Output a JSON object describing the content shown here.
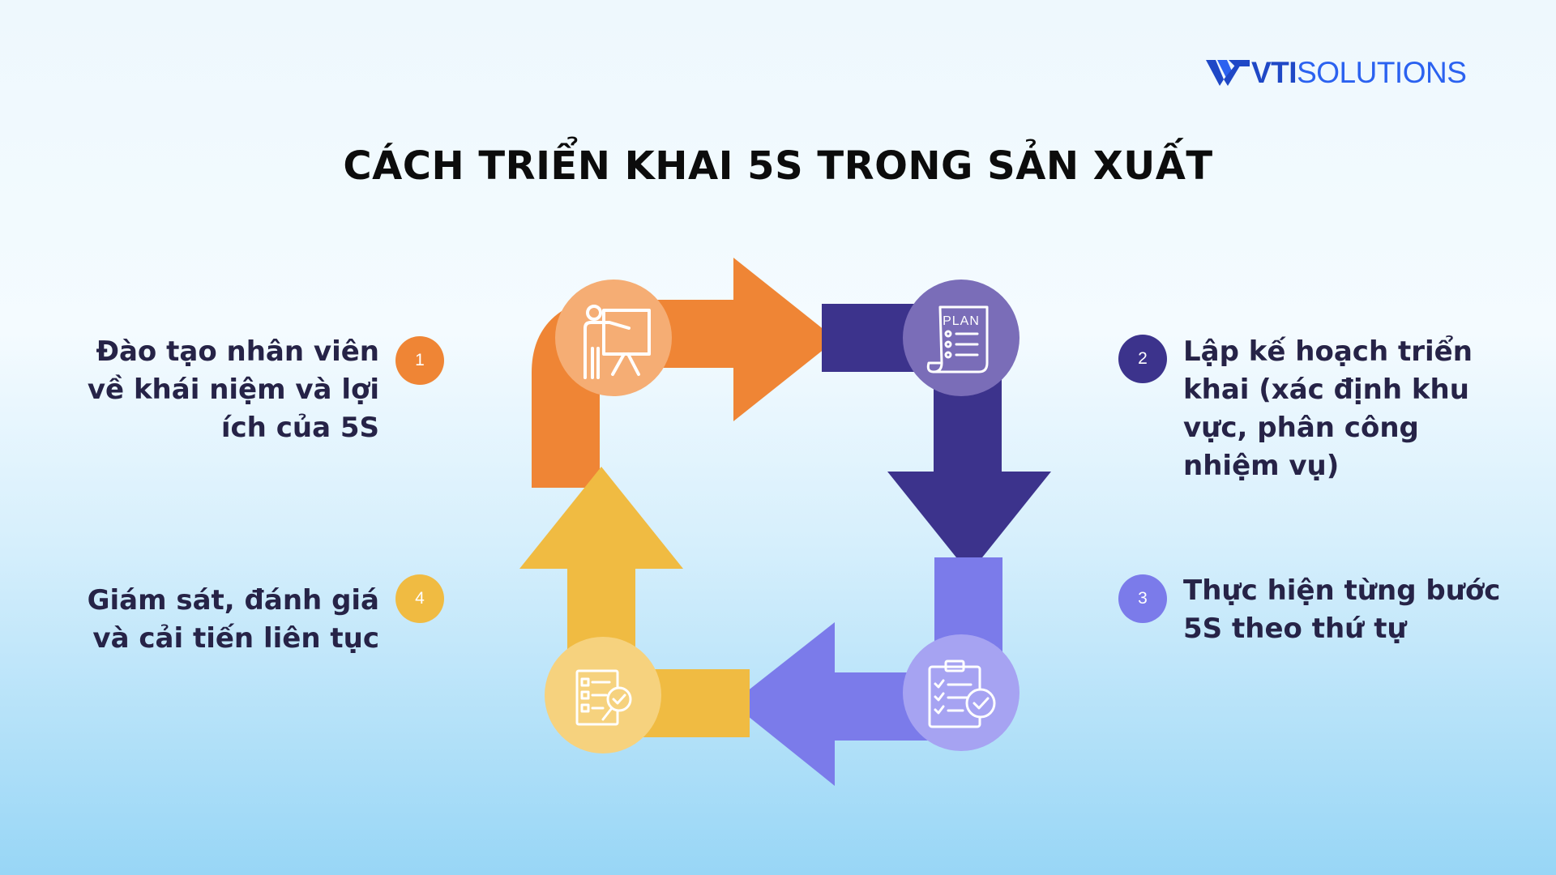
{
  "brand": {
    "logo": "vti-solutions-logo",
    "name_bold": "VTI",
    "name_light": "SOLUTIONS",
    "color_primary": "#1f48c6",
    "color_secondary": "#2b62f0"
  },
  "title": "CÁCH TRIỂN KHAI 5S TRONG SẢN XUẤT",
  "steps": [
    {
      "number": "1",
      "text": "Đào tạo nhân viên về khái niệm và lợi ích của 5S",
      "icon": "presentation-icon",
      "color": "#ef8535",
      "circle_color": "#f5ad74"
    },
    {
      "number": "2",
      "text": "Lập kế hoạch triển khai (xác định khu vực, phân công nhiệm vụ)",
      "icon": "plan-document-icon",
      "color": "#3c338c",
      "circle_color": "#7a6db8"
    },
    {
      "number": "3",
      "text": "Thực hiện từng bước 5S theo thứ tự",
      "icon": "checklist-clipboard-icon",
      "color": "#7b7bea",
      "circle_color": "#a6a3f2"
    },
    {
      "number": "4",
      "text": "Giám sát, đánh giá và cải tiến liên tục",
      "icon": "checklist-magnifier-icon",
      "color": "#f0bb42",
      "circle_color": "#f6d27e"
    }
  ],
  "icons": {
    "plan_label": "PLAN"
  }
}
